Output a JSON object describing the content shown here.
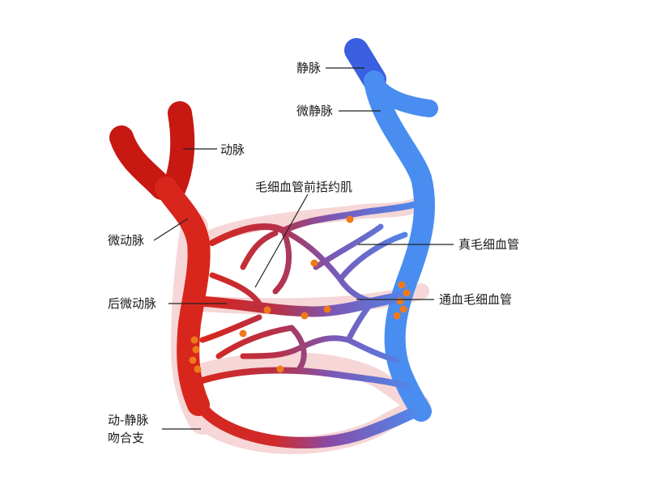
{
  "labels": {
    "vein": "静脉",
    "venule": "微静脉",
    "artery": "动脉",
    "arteriole": "微动脉",
    "precapillary_sphincter": "毛细血管前括约肌",
    "true_capillary": "真毛细血管",
    "metarteriole": "后微动脉",
    "thoroughfare_channel": "通血毛细血管",
    "av_anastomosis_line1": "动-静脉",
    "av_anastomosis_line2": "吻合支"
  },
  "colors": {
    "artery": "#d8261c",
    "artery_dark": "#c71812",
    "vein": "#4a8df0",
    "vein_dark": "#3a5fe0",
    "sphincter": "#f07a1a",
    "halo": "#f6d3d3"
  }
}
